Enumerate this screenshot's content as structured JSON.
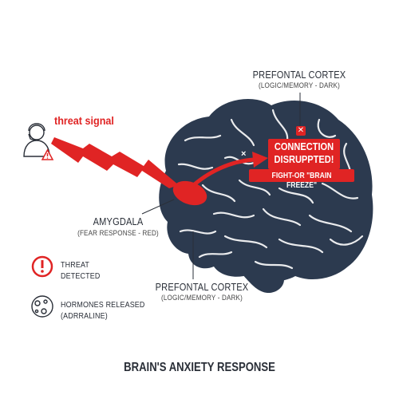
{
  "title": "BRAIN'S ANXIETY RESPONSE",
  "threat_signal": "threat signal",
  "prefrontal_top": {
    "name": "PREFONTAL CORTEX",
    "sub": "(LOGIC/MEMORY - DARK)"
  },
  "prefrontal_bottom": {
    "name": "PREFONTAL CORTEX",
    "sub": "(LOGIC/MEMORY - DARK)"
  },
  "amygdala": {
    "name": "AMYGDALA",
    "sub": "(FEAR RESPONSE - RED)"
  },
  "connection": {
    "line1": "CONNECTION",
    "line2": "DISRUPPTED!",
    "line3": "FIGHT-OR \"BRAIN FREEZE\"",
    "close_glyph": "✕"
  },
  "legend": {
    "threat": {
      "line1": "THREAT",
      "line2": "DETECTED"
    },
    "hormones": {
      "line1": "HORMONES RELEASED",
      "line2": "(ADRRALINE)"
    }
  },
  "colors": {
    "brain": "#2c3a4f",
    "accent": "#e02424",
    "text": "#2a2f38"
  }
}
